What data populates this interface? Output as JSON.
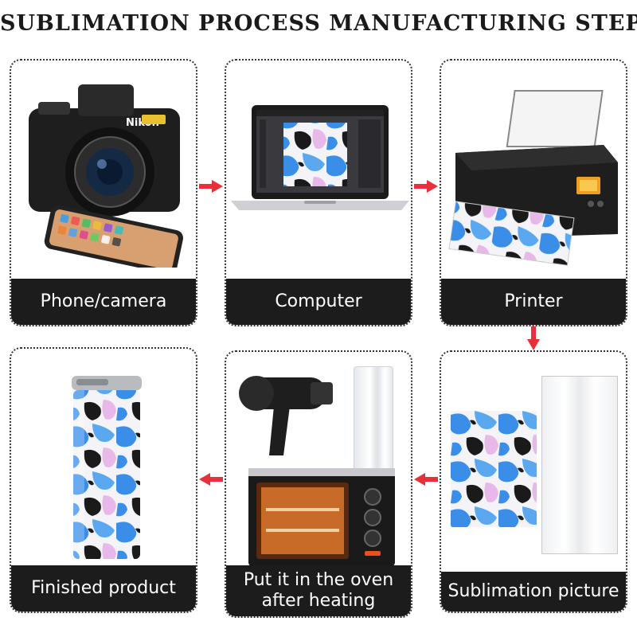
{
  "title": "SUBLIMATION PROCESS MANUFACTURING STEPS",
  "steps": [
    {
      "label": "Phone/camera"
    },
    {
      "label": "Computer"
    },
    {
      "label": "Printer"
    },
    {
      "label": "Sublimation picture"
    },
    {
      "label": "Put it in the oven after heating"
    },
    {
      "label": "Finished product"
    }
  ],
  "brand": {
    "camera": "Nikon"
  },
  "colors": {
    "arrow": "#e8303a",
    "label_bg": "#1c1c1c",
    "camo_blue": "#3a8ee8",
    "camo_pink": "#e8b8e8",
    "camo_black": "#1a1a1a"
  }
}
